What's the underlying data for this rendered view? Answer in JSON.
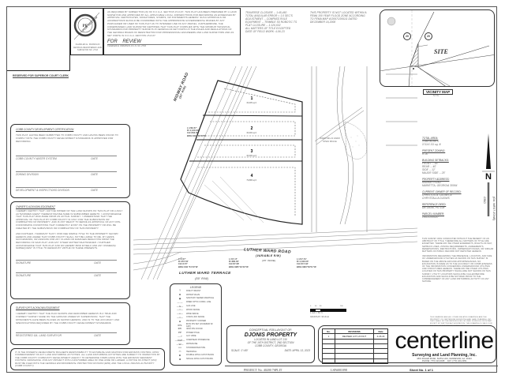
{
  "stamp": {
    "seal_text": "FOR REVIEW",
    "surveyor_name": "CHARLES E. FRANKLIN",
    "surveyor_title": "GEORGIA REGISTERED LAND SURVEYOR NO. 2743"
  },
  "certification_note": {
    "text": "AS REQUIRED BY SUBSECTION (d) OF O.C.G.A. SECTION 15-6-67, THIS PLAT HAS BEEN PREPARED BY A LAND SURVEYOR AND APPROVED BY ALL APPLICABLE LOCAL JURISDICTIONS FOR RECORDING AS EVIDENCED BY APPROVAL CERTIFICATES, SIGNATURES, STAMPS, OR STATEMENTS HEREON. SUCH APPROVALS OR AFFIRMATIONS SHOULD BE CONFIRMED WITH THE APPROPRIATE GOVERNMENTAL BODIES BY ANY PURCHASER OR USER OF THIS PLAT AS TO INTENDED USE OF ANY PARCEL. FURTHERMORE, THE UNDERSIGNED LAND SURVEYOR CERTIFIES THAT THIS PLAT COMPLIES WITH THE MINIMUM TECHNICAL STANDARDS FOR PROPERTY SURVEYS IN GEORGIA AS SET FORTH IN THE RULES AND REGULATIONS OF THE GEORGIA BOARD OF REGISTRATION FOR PROFESSIONAL ENGINEERS AND LAND SURVEYORS AND AS SET FORTH IN O.C.G.A. SECTION 15-6-67.",
    "for_review": "FOR    REVIEW",
    "signer": "CHARLES E. FRANKLIN, R.L.S. No. 2743"
  },
  "survey_notes": [
    "TRAVERSE CLOSURE -- 1:45,460",
    "TOTAL ANGULAR ERROR = 1.0 SEC'S",
    "ADJUSTMENT -- COMPASS RULE",
    "EQUIPMENT -- TRIMBLE S5 ROBOTIC TS",
    "PLAT CLOSURE -- 1:126,632",
    "ALL MATTERS OF TITLE EXCEPTED",
    "DATE OF FIELD WORK: 4-06-23"
  ],
  "flood_note": "THIS PROPERTY IS NOT LOCATED WITHIN A FEMA 100 YEAR FLOOD ZONE ACCORDING TO FEMA MAP #13067C0061G DATED DECEMBER 16,2008",
  "vicinity_map": {
    "site_label": "SITE",
    "title": "VICINITY MAP",
    "scale": "N.T.S.",
    "route_badges": [
      "20",
      "20"
    ]
  },
  "superior_court": {
    "title": "RESERVED FOR SUPERIOR COURT CLERK"
  },
  "dev_cert": {
    "title": "COBB COUNTY DEVELOPMENT CERTIFICATION",
    "text": "THIS PLAT, HAVING BEEN SUBMITTED TO COBB COUNTY AND HAVING BEEN FOUND TO COMPLY WITH THE COBB COUNTY DEVELOPMENT STANDARDS IS APPROVED FOR RECORDING.",
    "lines": [
      {
        "label": "COBB COUNTY WATER SYSTEM",
        "date": "DATE"
      },
      {
        "label": "ZONING DIVISION",
        "date": "DATE"
      },
      {
        "label": "DEVELOPMENT & INSPECTIONS DIVISION",
        "date": "DATE"
      }
    ]
  },
  "owners_ack": {
    "title": "OWNER'S ACKNOWLEDGEMENT",
    "para1": "I HEREBY CERTIFY THAT I AM THE OWNER OF THE LAND SHOWN ON THIS PLAT OR A DULY AUTHORIZED AGENT THEREOF WHOSE NAME IS SUBSCRIBED HERETO. I ACKNOWLEDGE THAT THIS PLAT WAS MADE FROM AN ACTUAL SURVEY. I UNDERSTAND THAT THE APPROVAL OF THIS PLAT BY COBB COUNTY IS ONLY FOR THE SUBDIVISION OR COMBINATION OF PROPERTY, AND IS NOT MEANT TO SERVE AS APPROVAL OF ANY NON-CONFORMING CONDITIONS THAT CURRENTLY EXIST ON THE PROPERTY OR WILL BE CREATED BY THE SUBDIVISION OR COMBINATION OF THIS PROPERTY.",
    "para2": "AND FURTHER, I WARRANT THAT I OWN FEE SIMPLE TITLE TO THE PROPERTY SHOWN HEREON AND AGREE THAT COBB COUNTY SHALL NOT BE LIABLE TO ME, MY HEIRS, SUCCESSORS, OR ASSIGNS FOR ANY CLAIMS OR DAMAGES RESULTING FROM THE RECORDING OF SAID PLAT, AND ANY OTHER MATTER WHATSOEVER. I FURTHER ACKNOWLEDGE THAT THIS PLAT AND DO HEREBY BIND MYSELF AND ANY OWNER(S) SUBSEQUENT IN TITLE TO DEFEND BY VIRTUE OF THESE PRESENTS.",
    "lines": [
      {
        "label": "SIGNATURE",
        "date": "DATE"
      },
      {
        "label": "SIGNATURE",
        "date": "DATE"
      }
    ]
  },
  "surveyors_ack": {
    "title": "SURVEYOR'S ACKNOWLEDGEMENT",
    "text": "I HEREBY CERTIFY THAT THE PLAN SHOWN AND DESCRIBED HEREON IS A TRUE AND CORRECT SURVEY MADE ON THE GROUND UNDER MY SUPERVISION, THAT THE MONUMENTS HAVE BEEN PLACED AS SHOWN HEREON, AND IS TO THE ACCURACY AND SPECIFICATIONS REQUIRED BY THE COBB COUNTY DEVELOPMENT STANDARDS.",
    "line": {
      "label": "REGISTERED GA. LAND SURVEYOR",
      "date": "DATE"
    }
  },
  "erosion_note": "IT IS THE OWNER'S/ DEVELOPER'S/ BUILDER'S RESPONSIBILITY TO ESTABLISH AND MAINTAIN FOR EROSION CONTROL UPON COMMENCEMENT OF ANY LAND DISTURBING ACTIVITIES. ALL LAND DISTURBING ACTIVITIES ARE SUBJECT TO INSPECTION BY THE COBB COUNTY COMMUNITY DEVELOPMENT AGENCY TO DETERMINE COMPLIANCE WITH THE EROSION/ SEDIMENT CONTROL ORDINANCE. FOR ANY PROJECT WITH A DISTURBED AREA OF ONE ACRE OR LARGER, A NOTICE OF INTENT (NOI) MUST BE FILED WITH THE GEORGIA ENVIRONMENTAL PROTECTION DIVISION (EPD) AND THE LOCAL ISSUING AUTHORITY (COBB COUNTY).",
  "plan": {
    "roads": {
      "midway_name": "MIDWAY ROAD",
      "midway_rw": "(50' R/W)",
      "midway_lanes": "(25' WIDE)",
      "luther_name": "LUTHER WARD ROAD",
      "luther_rw": "(VARIABLE R/W)",
      "luther_lanes": "(35' WIDE)",
      "terrace_name": "LUTHER WARD TERRACE",
      "terrace_rw": "(50' R/W)"
    },
    "lots": [
      {
        "no": "1",
        "area": "30,005 sq ft",
        "acres": "0.689 acres"
      },
      {
        "no": "2",
        "area": "30,000 sq ft",
        "acres": "0.689 acres"
      },
      {
        "no": "3",
        "area": "30,000 sq ft",
        "acres": "0.689 acres"
      },
      {
        "no": "4",
        "area": "79,898 sq ft",
        "acres": "1.834 acres"
      }
    ],
    "open_space": "WARD MILLS FARM OPEN SPACE",
    "curve_labels": [
      "L=263.57'\nR=1,120.00'\nCH=263.38'\nBRG=N34°46'30\"E",
      "L=3.57'\nR=457.50'\nCH=3.57'\nBRG=N11°54'10\"W",
      "L=67.17'\nR=380.00'\nCH=67.08'\nBRG=N85°16'40\"W",
      "L=217.73'\nR=1,040.00'\nCH=217.33'\nBRG=N83°53'51\"W"
    ]
  },
  "site_data": {
    "total_area_title": "TOTAL AREA:",
    "total_area": [
      "3.880 ACRES",
      "X'XXX.XX sq. ft."
    ],
    "zoning_title": "PRESENT ZONING:",
    "zoning": [
      "R-30"
    ],
    "setbacks_title": "BUILDING SETBACKS:",
    "setbacks": [
      "FRONT -- 45'",
      "REAR -- 40'",
      "SIDE -- 12'",
      "MAJOR SIDE -- 25'"
    ],
    "address_title": "PROPERTY ADDRESS:",
    "address": [
      "MIDWAY ROAD",
      "MARIETTA, GEORGIA 30064"
    ],
    "owner_title": "CURRENT OWNER OF RECORD:",
    "owner": [
      "CHRISTOS A. DJONIS &",
      "CHRYSTALLA DJONIS"
    ],
    "deed_title": "REFERENCE DEED:",
    "deed": [
      "DB 14046, PG 108"
    ],
    "parcel_title": "PARCEL NUMBER:",
    "parcel": [
      "19021100020"
    ]
  },
  "north_arrow": {
    "letter": "N",
    "grid": "GRID",
    "zone": "(GA. WEST ZONE)"
  },
  "title_notes": {
    "para1": "THIS SURVEY WAS CONDUCTED WITHOUT THE BENEFIT OF AN ABSTRACT OF TITLE. THEREFORE ALL MATTERS OF TITLE ARE EXCEPTED. THERE MAY BE OTHER EASEMENTS, RIGHTS-OF-WAY, SETBACK LINES, ZONING REQUIREMENTS, AGREEMENTS, RESERVATIONS, RESTRICTIONS, OWNERSHIP ISSUES, OR SIMILAR MATTERS OF PUBLIC RECORD NOT DEPICTED HEREON.",
    "para2": "INFORMATION REGARDING THE PRESENCE, LOCATION, AND SIZE OF UNDERGROUND UTILITIES AS SHOWN ON THIS SURVEY IS BASED ON THE ABOVE-GROUND APPURTENANCES. NO EXCAVATION IS MADE AS TO THE ACCURACY OR COMPLETENESS OF THE INFORMATION CONCERNING UNDERGROUND UTILITIES AND STRUCTURES HEREON. THERE MAY BE OTHER UTILITIES LOCATED ON THIS PROPERTY WHICH ARE NOT SHOWN ON THIS SURVEY. UTILITY LOCATORS SHOULD BE CALLED BEFORE EXCAVATION AND SHOULD BE NOTIFIED PRIOR TO THE COMMENCEMENT OF ANY LAND DISTURBING ACTIVITY OF ANY NATURE."
  },
  "copyright_note": "THIS DRAWING AND ALL OTHER RELATED DRAWINGS ARE THE PROPERTY OF CENTERLINE SURVEYING AND LAND PLANNING, INC. THEY SHALL NOT BE REPRODUCED OR USED IN WHOLE OR IN PART EXCEPT BY WRITTEN AUTHORIZATION. THIS DRAWING IS VALID FOR THE USE OF THE NAMED CLIENT ONLY.",
  "graphic_scale": {
    "ticks": [
      "0",
      "40",
      "80",
      "160"
    ],
    "label": "1 inch = 80' ft.",
    "title": "GRAPHIC SCALE"
  },
  "legend": {
    "title": "LEGEND",
    "items": [
      {
        "sym": "⊤",
        "label": "FIRE HYDRANT"
      },
      {
        "sym": "⊠",
        "label": "WATER VALVE"
      },
      {
        "sym": "◉",
        "label": "SANITARY SEWER MANHOLE"
      },
      {
        "sym": "—·—",
        "label": "FIBER OPTIC COMM. LINE"
      },
      {
        "sym": "—G—",
        "label": "GAS LINE"
      },
      {
        "sym": "—×—",
        "label": "WOOD FENCE"
      },
      {
        "sym": "—o—",
        "label": "WIRE FENCE"
      },
      {
        "sym": "—□—",
        "label": "CHAIN LINK FENCE"
      },
      {
        "sym": "⊕",
        "label": "PROPERTY CORNER"
      },
      {
        "sym": "IPS",
        "label": "IRON PIN SET (#4 REBAR W/ CAP)"
      },
      {
        "sym": "IPF",
        "label": "IRON PIN FOUND"
      },
      {
        "sym": "PP",
        "label": "POWER POLE"
      },
      {
        "sym": "—↗",
        "label": "GUY WIRE"
      },
      {
        "sym": "—OHP—",
        "label": "OVERHEAD POWERLINE"
      },
      {
        "sym": "—W—",
        "label": "WATERLINE"
      },
      {
        "sym": "══",
        "label": "STORMWATER PIPE"
      },
      {
        "sym": "▭",
        "label": "HEADWALL"
      },
      {
        "sym": "⊏",
        "label": "DOUBLE WING CATCH BASIN"
      },
      {
        "sym": "⊐",
        "label": "SINGLE WING CATCH BASIN"
      }
    ]
  },
  "title_block": {
    "subtitle": "CONCEPTUAL R30-LAYOUT OF:",
    "project_name": "DJONIS PROPERTY",
    "location1": "LOCATED IN LAND LOT 210",
    "location2": "OF THE 16TH DISTRICT, 2ND SECTION",
    "location3": "COBB COUNTY, GEORGIA",
    "scale": "SCALE: 1\"=80'",
    "date": "DATE: APRIL 13, 2023"
  },
  "revisions": {
    "headers": [
      "No.",
      "REVISIONS",
      "Date"
    ],
    "rows": [
      [
        "1",
        "REVISED LOT LAYOUT",
        "4-26-23"
      ],
      [
        "",
        "",
        ""
      ],
      [
        "",
        "",
        ""
      ],
      [
        "",
        "",
        ""
      ],
      [
        "",
        "",
        ""
      ],
      [
        "",
        "",
        ""
      ]
    ]
  },
  "company": {
    "logo": "centerline",
    "name": "Surveying and Land Planning, Inc.",
    "address": "1801 ZIGLER ROAD, SUITE 1416, KENNESAW, GA. 30144",
    "phone": "PHONE: (770) 424-0028     FAX: (770) 424-2269"
  },
  "footer": {
    "project": "PROJECT No. 40200 7SPLIT",
    "lsf": "LSF#001098",
    "sheet": "Sheet No. 1 of 1"
  }
}
